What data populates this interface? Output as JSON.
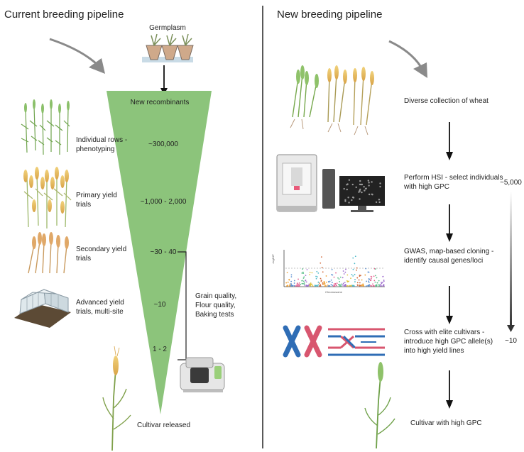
{
  "left": {
    "title": "Current breeding pipeline",
    "germplasm": "Germplasm",
    "new_recombinants": "New recombinants",
    "stages": [
      {
        "label": "Individual rows - phenotyping",
        "count": "~300,000"
      },
      {
        "label": "Primary yield trials",
        "count": "~1,000 - 2,000"
      },
      {
        "label": "Secondary yield trials",
        "count": "~30 - 40"
      },
      {
        "label": "Advanced yield trials, multi-site",
        "count": "~10"
      },
      {
        "label": "",
        "count": "1 - 2"
      }
    ],
    "quality_tests": "Grain quality, Flour quality, Baking tests",
    "cultivar": "Cultivar released"
  },
  "right": {
    "title": "New breeding pipeline",
    "steps": [
      "Diverse collection of wheat",
      "Perform HSI - select individuals with high GPC",
      "GWAS, map-based cloning - identify causal genes/loci",
      "Cross with elite cultivars - introduce high GPC allele(s) into high yield lines",
      "Cultivar with high GPC"
    ],
    "count_top": "~5,000",
    "count_bottom": "~10",
    "manhattan_ylabel": "-log10P",
    "manhattan_xlabel": "Chromosome"
  },
  "colors": {
    "funnel": "#8cc47b",
    "divider": "#222222",
    "arrow_gray": "#8a8a8a"
  }
}
